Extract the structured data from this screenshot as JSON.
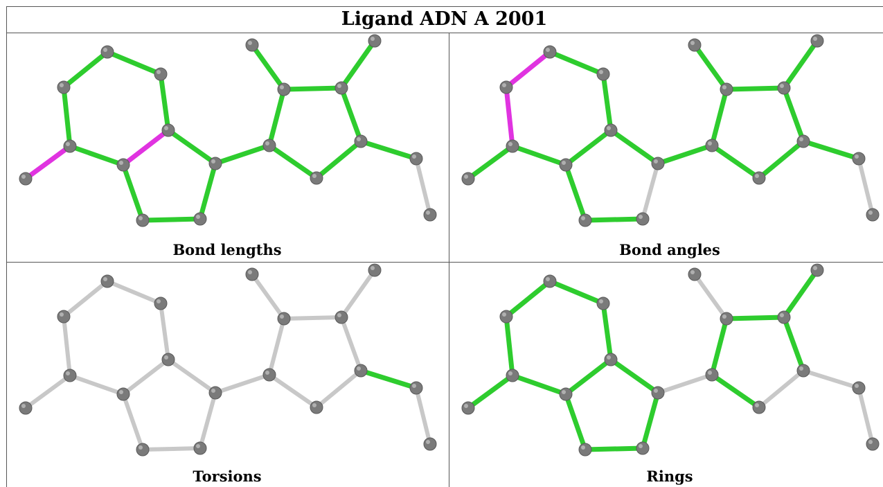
{
  "title": "Ligand ADN A 2001",
  "panels": [
    {
      "caption": "Bond lengths",
      "highlight": {
        "green": [
          0,
          1,
          2,
          3,
          5,
          7,
          8,
          9,
          10,
          11,
          12,
          13,
          14,
          15,
          16,
          17,
          18,
          19
        ],
        "magenta": [
          4,
          6
        ]
      }
    },
    {
      "caption": "Bond angles",
      "highlight": {
        "green": [
          2,
          3,
          4,
          5,
          6,
          7,
          8,
          10,
          11,
          12,
          13,
          14,
          15,
          16,
          17,
          18,
          19
        ],
        "magenta": [
          0,
          1
        ]
      }
    },
    {
      "caption": "Torsions",
      "highlight": {
        "green": [
          17
        ],
        "magenta": []
      }
    },
    {
      "caption": "Rings",
      "highlight": {
        "green": [
          0,
          1,
          2,
          3,
          4,
          5,
          6,
          7,
          8,
          9,
          10,
          13,
          14,
          15,
          16,
          18
        ],
        "magenta": []
      }
    }
  ],
  "colors": {
    "green": "#2ecc2e",
    "magenta": "#e033e0",
    "gray_bond": "#c8c8c8",
    "atom": "#7a7a7a",
    "border": "#555555"
  }
}
